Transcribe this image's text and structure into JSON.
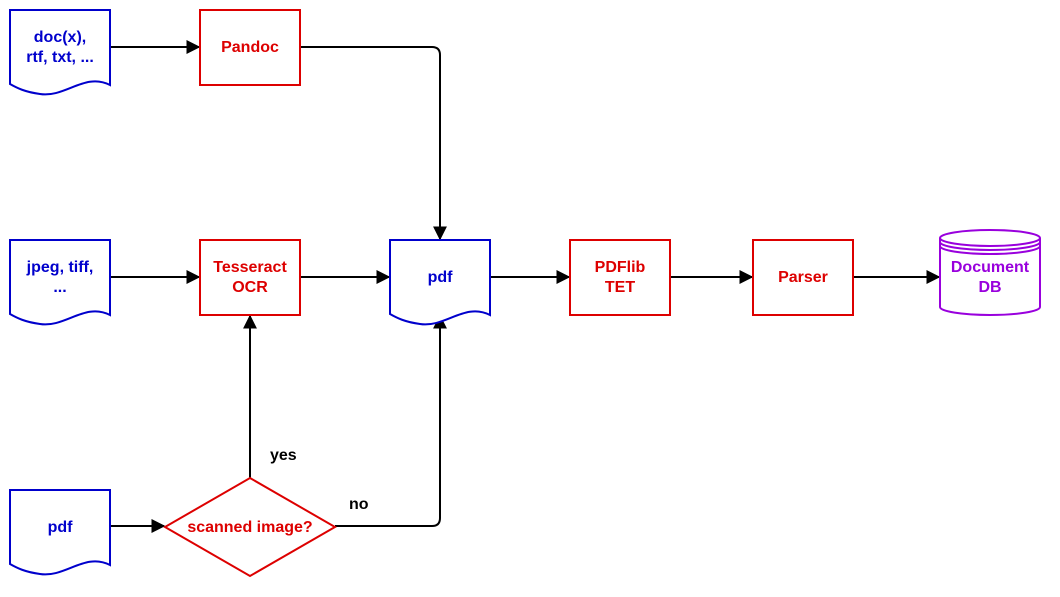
{
  "nodes": {
    "doc_input": {
      "line1": "doc(x),",
      "line2": "rtf, txt, ..."
    },
    "image_input": {
      "line1": "jpeg, tiff,",
      "line2": "..."
    },
    "pdf_input": {
      "label": "pdf"
    },
    "pandoc": {
      "label": "Pandoc"
    },
    "tesseract": {
      "line1": "Tesseract",
      "line2": "OCR"
    },
    "pdf_mid": {
      "label": "pdf"
    },
    "pdflib": {
      "line1": "PDFlib",
      "line2": "TET"
    },
    "parser": {
      "label": "Parser"
    },
    "document_db": {
      "line1": "Document",
      "line2": "DB"
    },
    "scanned_decision": {
      "label": "scanned image?"
    }
  },
  "edges": {
    "yes_label": "yes",
    "no_label": "no"
  },
  "colors": {
    "document_nodes": "#0000CC",
    "process_nodes": "#DD0000",
    "database_node": "#9900DD",
    "edges": "#000000"
  }
}
